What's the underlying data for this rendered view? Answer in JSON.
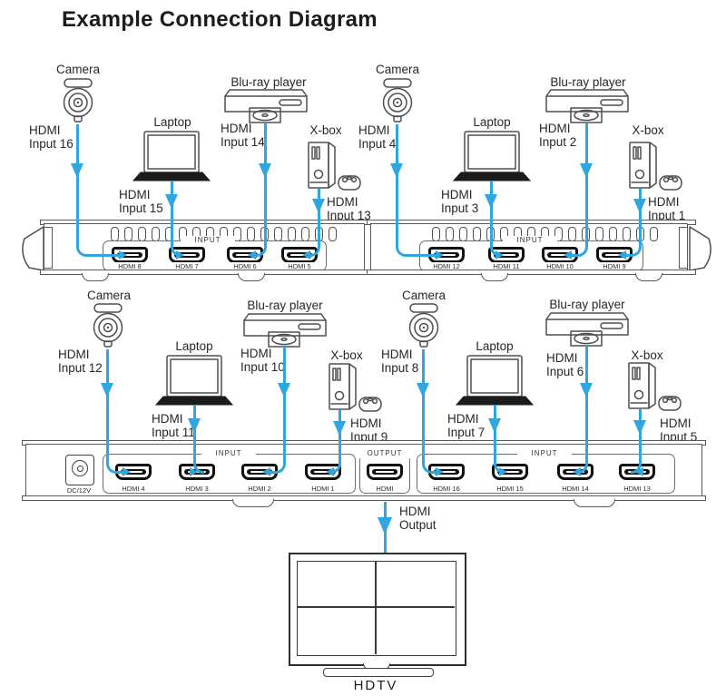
{
  "title": "Example Connection Diagram",
  "colors": {
    "cable": "#2ea7e0",
    "line": "#58595b",
    "text": "#272727"
  },
  "groups": [
    {
      "devices": [
        {
          "type": "camera",
          "label": "Camera",
          "input_label": "HDMI\nInput 16"
        },
        {
          "type": "laptop",
          "label": "Laptop",
          "input_label": "HDMI\nInput 15"
        },
        {
          "type": "bluray",
          "label": "Blu-ray player",
          "input_label": "HDMI\nInput 14"
        },
        {
          "type": "xbox",
          "label": "X-box",
          "input_label": "HDMI\nInput 13"
        }
      ]
    },
    {
      "devices": [
        {
          "type": "camera",
          "label": "Camera",
          "input_label": "HDMI\nInput 4"
        },
        {
          "type": "laptop",
          "label": "Laptop",
          "input_label": "HDMI\nInput 3"
        },
        {
          "type": "bluray",
          "label": "Blu-ray player",
          "input_label": "HDMI\nInput 2"
        },
        {
          "type": "xbox",
          "label": "X-box",
          "input_label": "HDMI\nInput 1"
        }
      ]
    },
    {
      "devices": [
        {
          "type": "camera",
          "label": "Camera",
          "input_label": "HDMI\nInput 12"
        },
        {
          "type": "laptop",
          "label": "Laptop",
          "input_label": "HDMI\nInput 11"
        },
        {
          "type": "bluray",
          "label": "Blu-ray player",
          "input_label": "HDMI\nInput 10"
        },
        {
          "type": "xbox",
          "label": "X-box",
          "input_label": "HDMI\nInput 9"
        }
      ]
    },
    {
      "devices": [
        {
          "type": "camera",
          "label": "Camera",
          "input_label": "HDMI\nInput 8"
        },
        {
          "type": "laptop",
          "label": "Laptop",
          "input_label": "HDMI\nInput 7"
        },
        {
          "type": "bluray",
          "label": "Blu-ray player",
          "input_label": "HDMI\nInput 6"
        },
        {
          "type": "xbox",
          "label": "X-box",
          "input_label": "HDMI\nInput 5"
        }
      ]
    }
  ],
  "panels": {
    "switcher_a": {
      "input_label": "INPUT",
      "ports": [
        "HDMI 8",
        "HDMI 7",
        "HDMI 6",
        "HDMI 5"
      ]
    },
    "switcher_b": {
      "input_label": "INPUT",
      "ports": [
        "HDMI 12",
        "HDMI 11",
        "HDMI 10",
        "HDMI 9"
      ]
    },
    "main": {
      "power_label": "DC/12V",
      "input1_label": "INPUT",
      "input1_ports": [
        "HDMI 4",
        "HDMI 3",
        "HDMI 2",
        "HDMI 1"
      ],
      "output_label": "OUTPUT",
      "output_port": "HDMI",
      "input2_label": "INPUT",
      "input2_ports": [
        "HDMI 16",
        "HDMI 15",
        "HDMI 14",
        "HDMI 13"
      ]
    }
  },
  "output": {
    "cable_label": "HDMI\nOutput",
    "tv_label": "HDTV"
  }
}
